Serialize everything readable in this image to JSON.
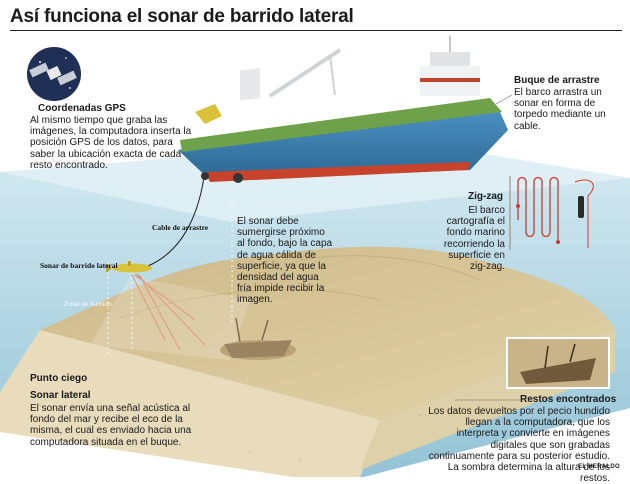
{
  "title": "Así funciona el sonar de barrido lateral",
  "gps": {
    "heading": "Coordenadas GPS",
    "body": "Al mismo tiempo que graba las imágenes, la computadora inserta la posición GPS de los datos, para saber la ubicación exacta de cada resto encontrado."
  },
  "ship": {
    "heading": "Buque de arrastre",
    "body": "El barco arrastra un sonar en forma de torpedo mediante un cable."
  },
  "zigzag": {
    "heading": "Zig-zag",
    "body": "El barco cartografía el fondo marino recorriendo la superficie en zig-zag."
  },
  "depth_note": "El sonar debe sumergirse próximo al fondo, bajo la capa de agua cálida de superficie, ya que la densidad del agua fría impide recibir la imagen.",
  "labels": {
    "cable": "Cable de arrastre",
    "sonar": "Sonar de barrido lateral",
    "zona": "Zona de barrido",
    "punto_ciego": "Punto ciego"
  },
  "sonar_lateral": {
    "heading": "Sonar lateral",
    "body": "El sonar envía una señal acústica al fondo del mar y recibe el eco de la misma, el cual es enviado hacia una computadora situada en el buque."
  },
  "restos": {
    "heading": "Restos encontrados",
    "body": "Los datos devueltos por el pecio hundido llegan a la computadora, que los interpreta y convierte en imágenes digitales que son grabadas continuamente para su posterior estudio. La sombra determina la altura de los restos."
  },
  "credit": "EL HERALDO",
  "colors": {
    "water_top": "#cfe6ef",
    "water_bottom": "#8fc0d4",
    "seabed": "#d9c79a",
    "sediment": "#e8dcbc",
    "hull_red": "#c8432b",
    "hull_blue": "#3b7fb0",
    "deck_green": "#6fa04a",
    "sonar_yellow": "#d8c23a"
  }
}
